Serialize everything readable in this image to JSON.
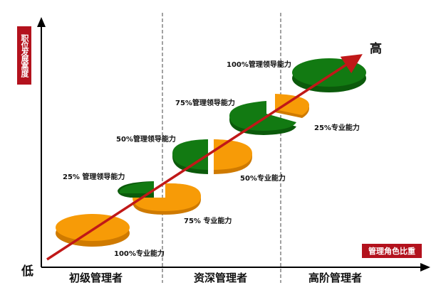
{
  "axes": {
    "y_title": "职位发展高度",
    "x_title": "管理角色比重",
    "low_label": "低",
    "high_label": "高"
  },
  "stages": [
    "初级管理者",
    "资深管理者",
    "高阶管理者"
  ],
  "labels": {
    "l1_mgmt": "25% 管理领导能力",
    "l1_prof": "75% 专业能力",
    "l0_prof": "100%专业能力",
    "l2_mgmt": "50%管理领导能力",
    "l2_prof": "50%专业能力",
    "l3_mgmt": "75%管理领导能力",
    "l3_prof": "25%专业能力",
    "l4_mgmt": "100%管理领导能力"
  },
  "colors": {
    "green": "#127a12",
    "green_dark": "#0b5a0b",
    "orange": "#f79b07",
    "orange_dark": "#cf7a00",
    "arrow_red": "#c01818",
    "label_red": "#b3121d"
  }
}
